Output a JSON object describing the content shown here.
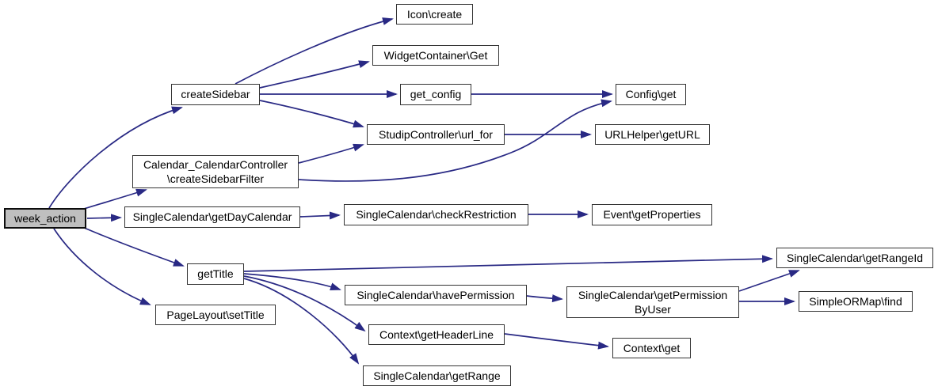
{
  "diagram": {
    "kind": "doxygen-call-graph",
    "colors": {
      "edge": "#292984",
      "node_fill": "#ffffff",
      "node_border": "#343434",
      "root_fill": "#bfbfbf"
    },
    "nodes": [
      {
        "id": "week-action",
        "label": "week_action",
        "root": true
      },
      {
        "id": "create-sidebar",
        "label": "createSidebar"
      },
      {
        "id": "create-sidebar-filter",
        "label": "Calendar_CalendarController\n\\createSidebarFilter"
      },
      {
        "id": "get-day-calendar",
        "label": "SingleCalendar\\getDayCalendar"
      },
      {
        "id": "get-title",
        "label": "getTitle"
      },
      {
        "id": "set-title",
        "label": "PageLayout\\setTitle"
      },
      {
        "id": "icon-create",
        "label": "Icon\\create"
      },
      {
        "id": "widget-container-get",
        "label": "WidgetContainer\\Get"
      },
      {
        "id": "get-config",
        "label": "get_config"
      },
      {
        "id": "url-for",
        "label": "StudipController\\url_for"
      },
      {
        "id": "check-restriction",
        "label": "SingleCalendar\\checkRestriction"
      },
      {
        "id": "have-permission",
        "label": "SingleCalendar\\havePermission"
      },
      {
        "id": "get-header-line",
        "label": "Context\\getHeaderLine"
      },
      {
        "id": "get-range",
        "label": "SingleCalendar\\getRange"
      },
      {
        "id": "config-get",
        "label": "Config\\get"
      },
      {
        "id": "url-helper-get-url",
        "label": "URLHelper\\getURL"
      },
      {
        "id": "event-get-properties",
        "label": "Event\\getProperties"
      },
      {
        "id": "get-permission-by-user",
        "label": "SingleCalendar\\getPermission\nByUser"
      },
      {
        "id": "context-get",
        "label": "Context\\get"
      },
      {
        "id": "get-range-id",
        "label": "SingleCalendar\\getRangeId"
      },
      {
        "id": "simple-ormap-find",
        "label": "SimpleORMap\\find"
      }
    ],
    "edges": [
      {
        "from": "week-action",
        "to": "create-sidebar"
      },
      {
        "from": "week-action",
        "to": "create-sidebar-filter"
      },
      {
        "from": "week-action",
        "to": "get-day-calendar"
      },
      {
        "from": "week-action",
        "to": "get-title"
      },
      {
        "from": "week-action",
        "to": "set-title"
      },
      {
        "from": "create-sidebar",
        "to": "icon-create"
      },
      {
        "from": "create-sidebar",
        "to": "widget-container-get"
      },
      {
        "from": "create-sidebar",
        "to": "get-config"
      },
      {
        "from": "create-sidebar",
        "to": "url-for"
      },
      {
        "from": "create-sidebar-filter",
        "to": "url-for"
      },
      {
        "from": "create-sidebar-filter",
        "to": "config-get"
      },
      {
        "from": "get-config",
        "to": "config-get"
      },
      {
        "from": "url-for",
        "to": "url-helper-get-url"
      },
      {
        "from": "get-day-calendar",
        "to": "check-restriction"
      },
      {
        "from": "check-restriction",
        "to": "event-get-properties"
      },
      {
        "from": "get-title",
        "to": "get-range-id"
      },
      {
        "from": "get-title",
        "to": "have-permission"
      },
      {
        "from": "get-title",
        "to": "get-header-line"
      },
      {
        "from": "get-title",
        "to": "get-range"
      },
      {
        "from": "have-permission",
        "to": "get-permission-by-user"
      },
      {
        "from": "get-permission-by-user",
        "to": "get-range-id"
      },
      {
        "from": "get-permission-by-user",
        "to": "simple-ormap-find"
      },
      {
        "from": "get-header-line",
        "to": "context-get"
      }
    ]
  }
}
